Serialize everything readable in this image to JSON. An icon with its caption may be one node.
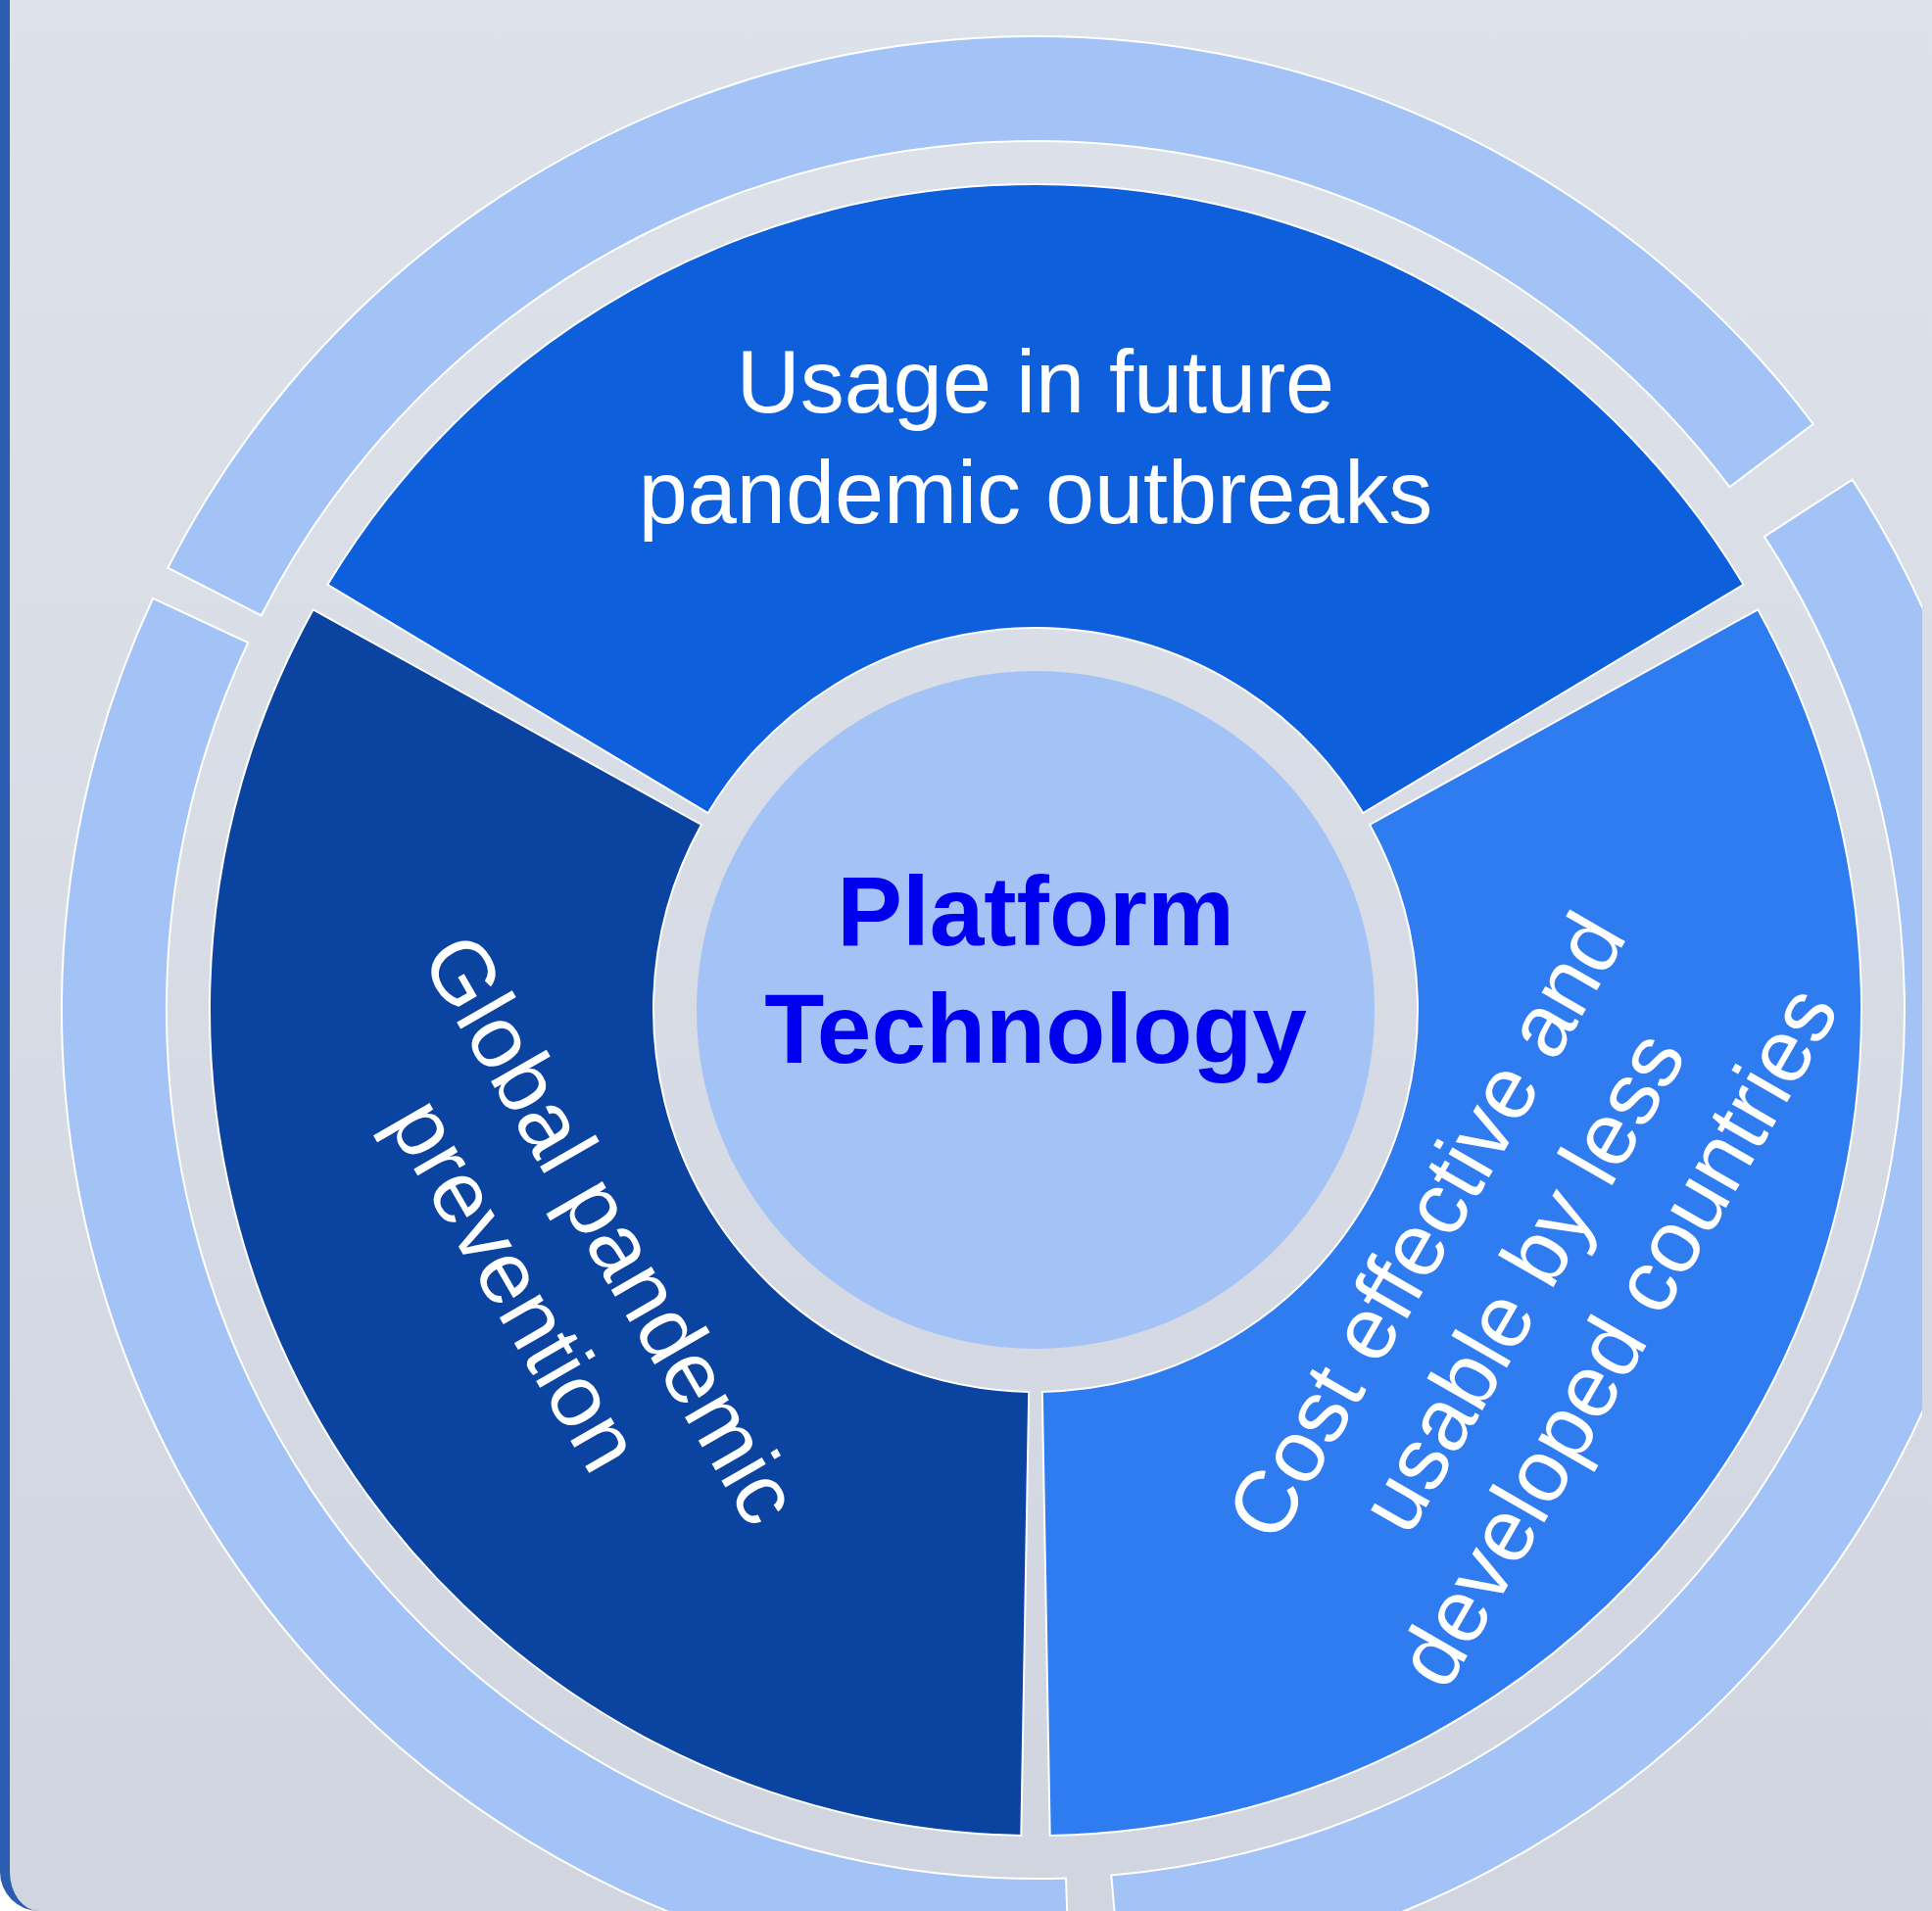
{
  "diagram": {
    "nodes": [
      {
        "text": [
          "Usage in future pandemic outbreaks"
        ]
      },
      {
        "text": [
          "Platform Technology"
        ]
      },
      {
        "text": [
          "Global pandemic prevention"
        ]
      },
      {
        "text": [
          "Cost effective and usable by less developed countries"
        ]
      }
    ],
    "edges": []
  }
}
